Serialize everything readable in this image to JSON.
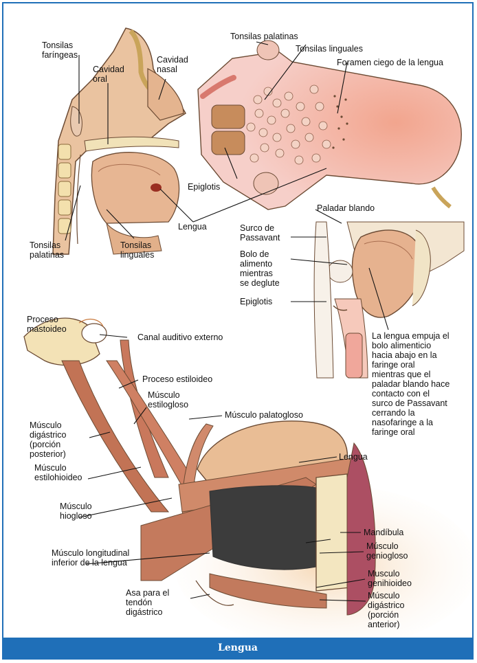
{
  "figure": {
    "caption": "Lengua",
    "colors": {
      "frame": "#1f6fb8",
      "caption_bg": "#1f6fb8",
      "tissue": "#e9bf9c",
      "muscle": "#c8775b",
      "mucosa": "#f4c9c9",
      "bone": "#f3e2b6"
    }
  },
  "panel_sagittal": {
    "labels": {
      "tonsilas_faringeas": "Tonsilas faríngeas",
      "cavidad_oral": "Cavidad oral",
      "cavidad_nasal": "Cavidad nasal",
      "tonsilas_palatinas": "Tonsilas palatinas",
      "tonsilas_linguales": "Tonsilas linguales",
      "lengua": "Lengua"
    }
  },
  "panel_dorsum": {
    "labels": {
      "tonsilas_palatinas": "Tonsilas palatinas",
      "tonsilas_linguales": "Tonsilas linguales",
      "foramen_ciego": "Foramen ciego de la lengua",
      "epiglotis": "Epiglotis"
    }
  },
  "panel_swallow": {
    "labels": {
      "paladar_blando": "Paladar blando",
      "surco_passavant": "Surco de Passavant",
      "bolo": "Bolo de alimento mientras se deglute",
      "epiglotis": "Epiglotis",
      "descripcion": "La lengua empuja el bolo alimenticio hacia abajo en la faringe oral mientras que el paladar blando hace contacto con el surco de Passavant cerrando la nasofaringe a la faringe oral"
    }
  },
  "panel_muscles": {
    "labels": {
      "proceso_mastoideo": "Proceso mastoideo",
      "canal_auditivo": "Canal auditivo externo",
      "proceso_estiloideo": "Proceso estiloideo",
      "musculo_estilogloso": "Músculo estilogloso",
      "musculo_palatogloso": "Músculo palatogloso",
      "musculo_digastrico_post": "Músculo digástrico (porción posterior)",
      "lengua": "Lengua",
      "musculo_estilohioideo": "Músculo estilohioideo",
      "musculo_hiogloso": "Músculo hiogloso",
      "mandibula": "Mandíbula",
      "musculo_geniogloso": "Músculo geniogloso",
      "musculo_genihioideo": "Musculo genihioideo",
      "musculo_longitudinal": "Músculo longitudinal inferior de la lengua",
      "musculo_digastrico_ant": "Músculo digástrico (porción anterior)",
      "asa_tendon": "Asa para el tendón digástrico"
    }
  }
}
